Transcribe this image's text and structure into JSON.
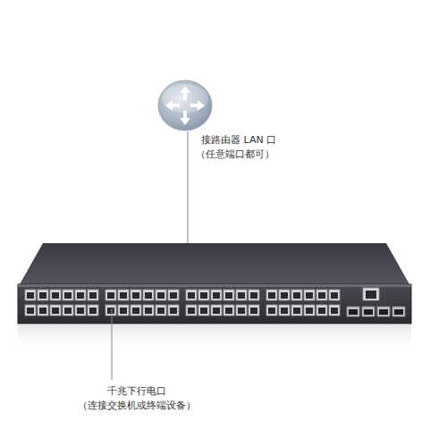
{
  "diagram": {
    "labels": [
      "接路由器 LAN 口",
      "（任意端口都可）",
      "千兆下行电口",
      "（连接交换机或终端设备）"
    ]
  }
}
